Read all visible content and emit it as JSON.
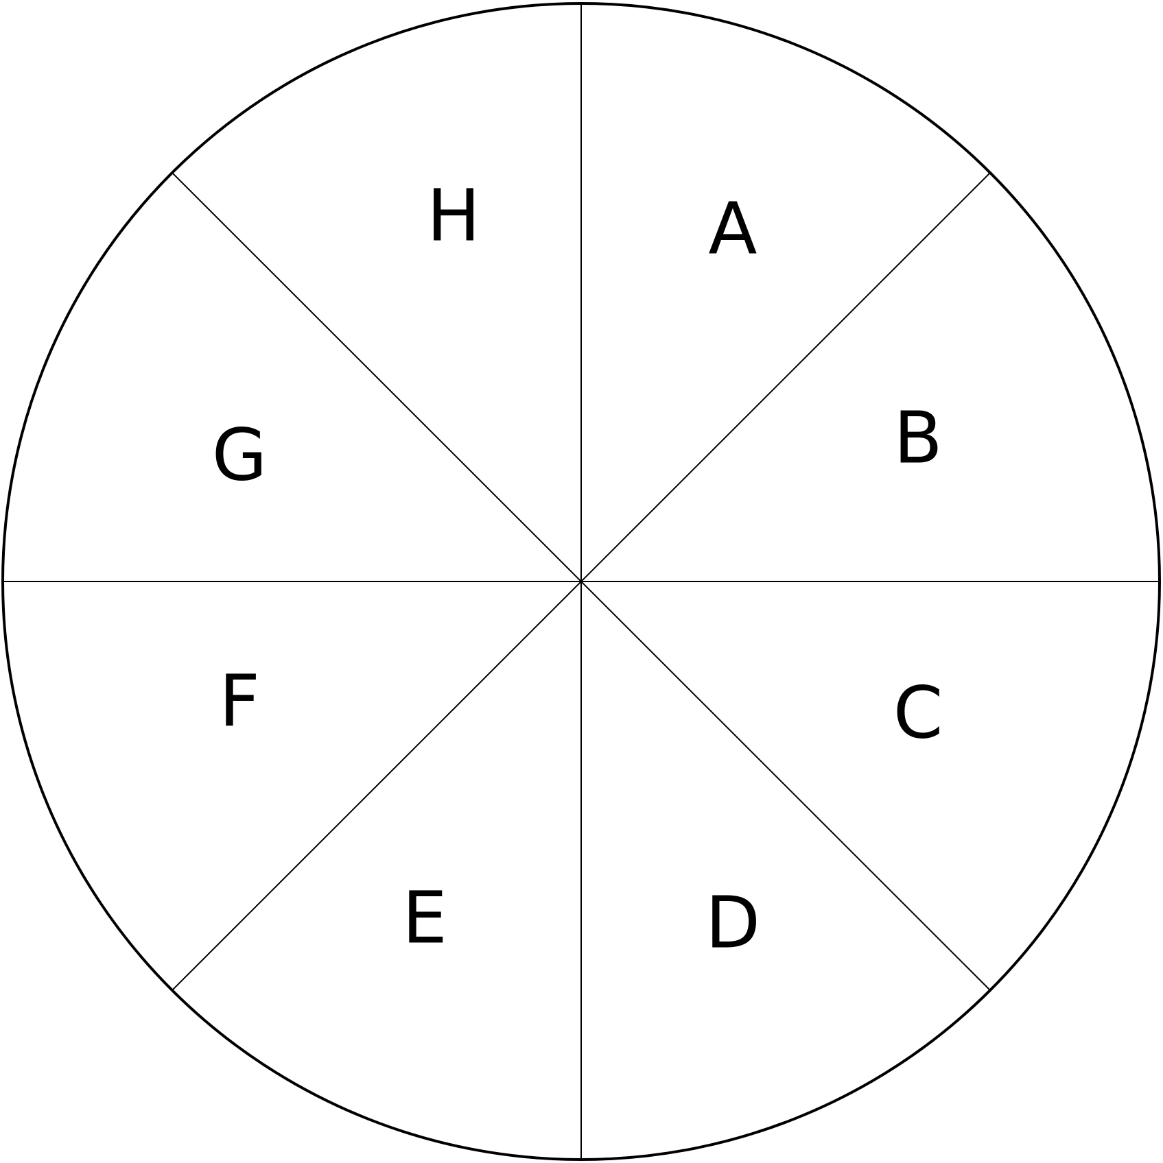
{
  "diagram": {
    "segment_count": 8,
    "labels": [
      "A",
      "B",
      "C",
      "D",
      "E",
      "F",
      "G",
      "H"
    ],
    "colors": {
      "background": "#ffffff",
      "stroke": "#000000",
      "text": "#000000"
    }
  }
}
